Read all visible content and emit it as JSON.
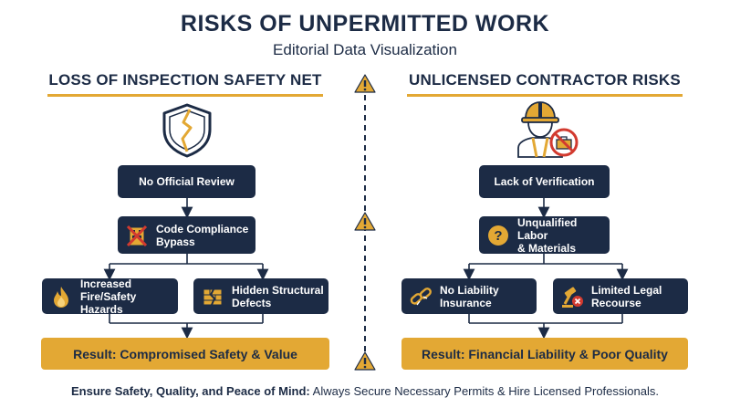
{
  "header": {
    "title": "RISKS OF UNPERMITTED WORK",
    "subtitle": "Editorial Data Visualization"
  },
  "left": {
    "heading": "LOSS OF INSPECTION SAFETY NET",
    "icon": "cracked-shield-icon",
    "node_top": "No Official Review",
    "node_mid": [
      "Code Compliance",
      "Bypass"
    ],
    "node_left": [
      "Increased",
      "Fire/Safety Hazards"
    ],
    "node_right": [
      "Hidden Structural",
      "Defects"
    ],
    "result": "Result: Compromised Safety & Value"
  },
  "right": {
    "heading": "UNLICENSED CONTRACTOR RISKS",
    "icon": "worker-no-tools-icon",
    "node_top": "Lack of Verification",
    "node_mid": [
      "Unqualified Labor",
      "& Materials"
    ],
    "node_left": [
      "No Liability",
      "Insurance"
    ],
    "node_right": [
      "Limited Legal",
      "Recourse"
    ],
    "result": "Result: Financial Liability & Poor Quality"
  },
  "footer": {
    "bold": "Ensure Safety, Quality, and Peace of Mind:",
    "text": " Always Secure Necessary Permits & Hire Licensed Professionals."
  },
  "colors": {
    "navy": "#1c2b45",
    "gold": "#e3a834",
    "red": "#d23a2f"
  }
}
